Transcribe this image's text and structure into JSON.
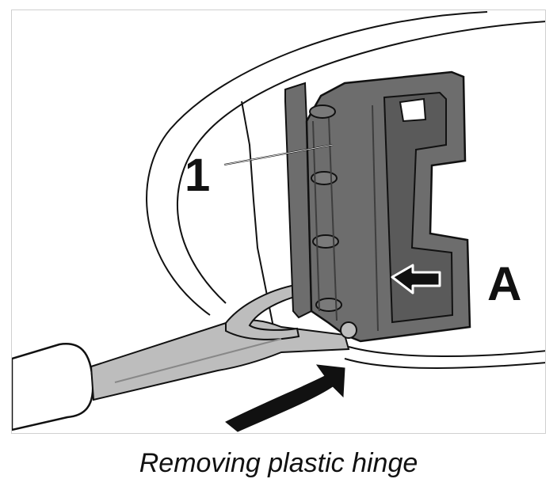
{
  "figure": {
    "callouts": {
      "part_number": "1",
      "direction_letter": "A"
    }
  },
  "caption": "Removing plastic hinge",
  "colors": {
    "hinge_fill": "#6d6d6d",
    "hinge_dark": "#4a4a4a",
    "tool_fill": "#bdbdbd",
    "arrow_fill": "#111111",
    "outline": "#111111"
  }
}
